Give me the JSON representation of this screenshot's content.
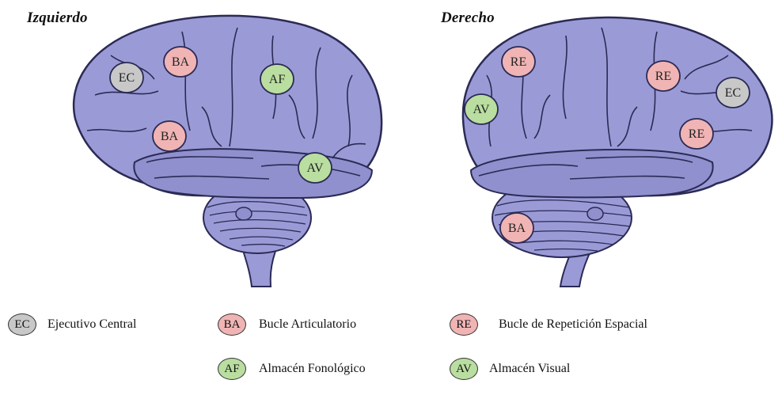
{
  "titles": {
    "left": "Izquierdo",
    "right": "Derecho"
  },
  "colors": {
    "brain_fill": "#9a9bd6",
    "brain_shade": "#7c7dc2",
    "brain_line": "#2b2a55",
    "ec": "#c8c8c8",
    "ba": "#f0b4b4",
    "re": "#f0b4b4",
    "af": "#b9dea0",
    "av": "#b9dea0"
  },
  "left_markers": [
    {
      "code": "EC",
      "kind": "ec"
    },
    {
      "code": "BA",
      "kind": "ba"
    },
    {
      "code": "AF",
      "kind": "af"
    },
    {
      "code": "BA",
      "kind": "ba"
    },
    {
      "code": "AV",
      "kind": "av"
    }
  ],
  "right_markers": [
    {
      "code": "RE",
      "kind": "re"
    },
    {
      "code": "AV",
      "kind": "av"
    },
    {
      "code": "RE",
      "kind": "re"
    },
    {
      "code": "EC",
      "kind": "ec"
    },
    {
      "code": "RE",
      "kind": "re"
    },
    {
      "code": "BA",
      "kind": "ba"
    }
  ],
  "legend": [
    {
      "code": "EC",
      "label": "Ejecutivo Central",
      "kind": "ec"
    },
    {
      "code": "BA",
      "label": "Bucle Articulatorio",
      "kind": "ba"
    },
    {
      "code": "RE",
      "label": "Bucle de Repetición Espacial",
      "kind": "re"
    },
    {
      "code": "AF",
      "label": "Almacén Fonológico",
      "kind": "af"
    },
    {
      "code": "AV",
      "label": "Almacén Visual",
      "kind": "av"
    }
  ]
}
